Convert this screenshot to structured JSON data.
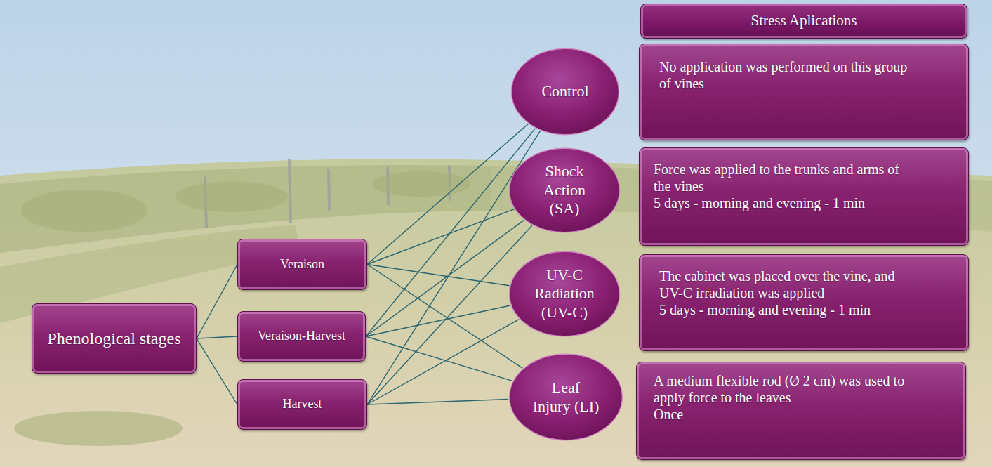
{
  "diagram": {
    "nodes": [
      {
        "text": [
          "Phenological stages"
        ]
      },
      {
        "text": [
          "Veraison"
        ]
      },
      {
        "text": [
          "Veraison-Harvest"
        ]
      },
      {
        "text": [
          "Harvest"
        ]
      },
      {
        "text": [
          "Control"
        ]
      },
      {
        "text": [
          "Shock Action (SA)"
        ]
      },
      {
        "text": [
          "UV-C Radiation (UV-C)"
        ]
      },
      {
        "text": [
          "Leaf Injury (LI)"
        ]
      },
      {
        "text": [
          "Stress Aplications"
        ]
      },
      {
        "text": [
          "No application was performed on this group of vines"
        ]
      },
      {
        "text": [
          "Force was applied to the trunks and arms of the vines",
          "5 days - morning and evening - 1 min"
        ]
      },
      {
        "text": [
          "The cabinet was placed over the vine, and UV-C irradiation was applied",
          "5 days - morning and evening - 1 min"
        ]
      },
      {
        "text": [
          "A medium flexible rod (Ø 2 cm) was used to apply force to the leaves",
          "Once"
        ]
      }
    ],
    "edges": [
      {
        "from": 0,
        "to": 1,
        "arrow": "none"
      },
      {
        "from": 0,
        "to": 2,
        "arrow": "none"
      },
      {
        "from": 0,
        "to": 3,
        "arrow": "none"
      },
      {
        "from": 1,
        "to": 4,
        "arrow": "none"
      },
      {
        "from": 1,
        "to": 5,
        "arrow": "none"
      },
      {
        "from": 1,
        "to": 6,
        "arrow": "none"
      },
      {
        "from": 1,
        "to": 7,
        "arrow": "none"
      },
      {
        "from": 2,
        "to": 4,
        "arrow": "none"
      },
      {
        "from": 2,
        "to": 5,
        "arrow": "none"
      },
      {
        "from": 2,
        "to": 6,
        "arrow": "none"
      },
      {
        "from": 2,
        "to": 7,
        "arrow": "none"
      },
      {
        "from": 3,
        "to": 4,
        "arrow": "none"
      },
      {
        "from": 3,
        "to": 5,
        "arrow": "none"
      },
      {
        "from": 3,
        "to": 6,
        "arrow": "none"
      },
      {
        "from": 3,
        "to": 7,
        "arrow": "none"
      }
    ]
  }
}
